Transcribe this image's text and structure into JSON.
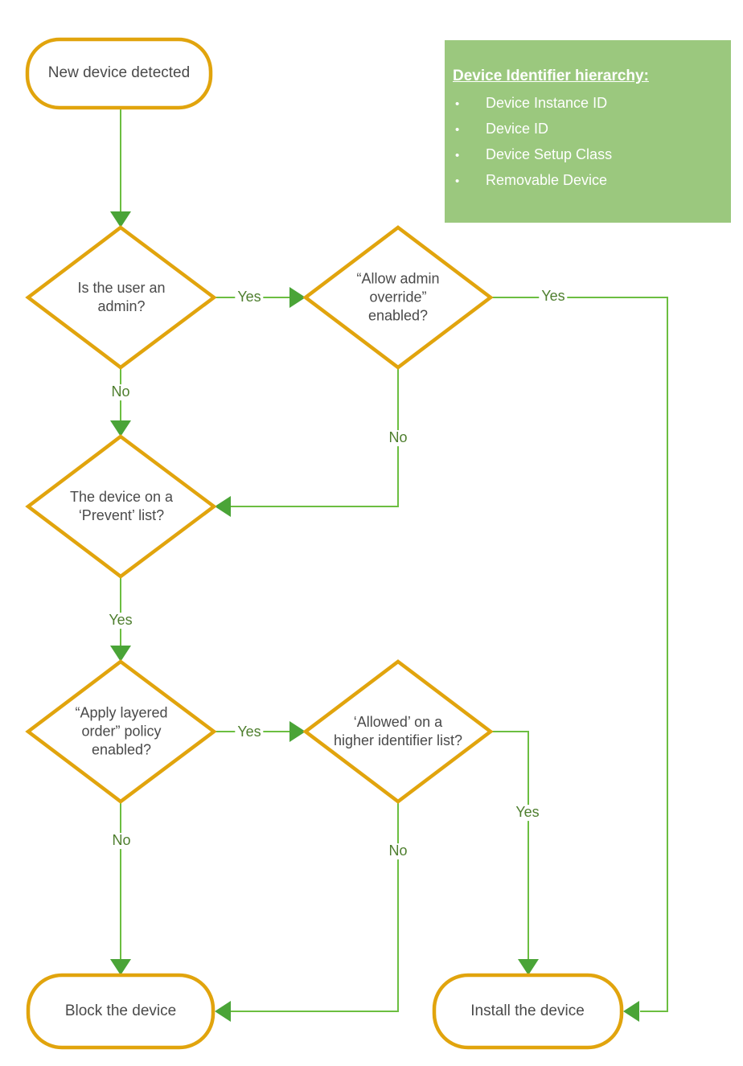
{
  "legend": {
    "title": "Device Identifier hierarchy:",
    "bullet": "•",
    "items": [
      "Device Instance ID",
      "Device ID",
      "Device Setup Class",
      "Removable Device"
    ]
  },
  "nodes": {
    "start": "New device detected",
    "admin": "Is the user an admin?",
    "override": "“Allow admin override” enabled?",
    "prevent": "The device on a ‘Prevent’ list?",
    "layered": "“Apply layered order” policy enabled?",
    "allowed": "‘Allowed’ on a higher identifier list?",
    "block": "Block the device",
    "install": "Install the device"
  },
  "edges": {
    "admin_yes": "Yes",
    "admin_no": "No",
    "override_yes": "Yes",
    "override_no": "No",
    "prevent_yes": "Yes",
    "layered_yes": "Yes",
    "layered_no": "No",
    "allowed_yes": "Yes",
    "allowed_no": "No"
  },
  "colors": {
    "shape_border": "#E1A40D",
    "connector": "#6CBE41",
    "arrowhead": "#4AA437",
    "edge_label_text": "#4E7E2E",
    "node_text": "#4A4A4A",
    "legend_bg": "#9BC87E",
    "legend_text": "#FFFFFF"
  }
}
